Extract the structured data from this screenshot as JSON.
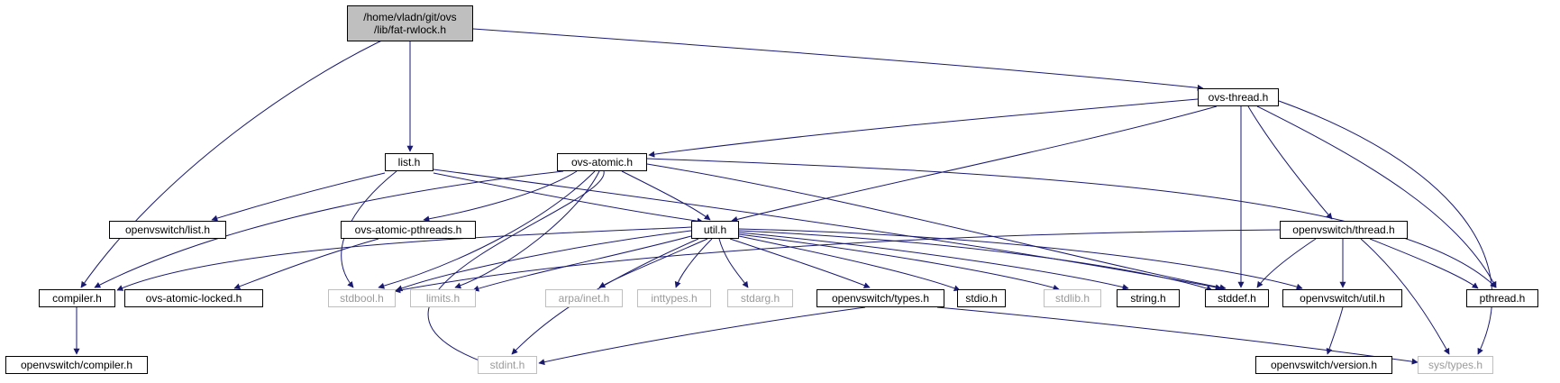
{
  "root": {
    "line1": "/home/vladn/git/ovs",
    "line2": "/lib/fat-rwlock.h"
  },
  "nodes": {
    "ovs_thread": "ovs-thread.h",
    "list": "list.h",
    "ovs_atomic": "ovs-atomic.h",
    "ovs_list": "openvswitch/list.h",
    "ovs_atomic_pthreads": "ovs-atomic-pthreads.h",
    "util": "util.h",
    "ovs_thread_hdr": "openvswitch/thread.h",
    "compiler": "compiler.h",
    "ovs_atomic_locked": "ovs-atomic-locked.h",
    "stdbool": "stdbool.h",
    "limits": "limits.h",
    "arpa_inet": "arpa/inet.h",
    "inttypes": "inttypes.h",
    "stdarg": "stdarg.h",
    "ovs_types": "openvswitch/types.h",
    "stdio": "stdio.h",
    "stdlib": "stdlib.h",
    "string": "string.h",
    "stddef": "stddef.h",
    "ovs_util": "openvswitch/util.h",
    "pthread": "pthread.h",
    "ovs_compiler": "openvswitch/compiler.h",
    "stdint": "stdint.h",
    "ovs_version": "openvswitch/version.h",
    "sys_types": "sys/types.h"
  },
  "colors": {
    "edge": "#191970",
    "node_border": "#000000",
    "system_border": "#bfbfbf",
    "system_text": "#9a9a9a",
    "root_fill": "#bfbfbf"
  }
}
